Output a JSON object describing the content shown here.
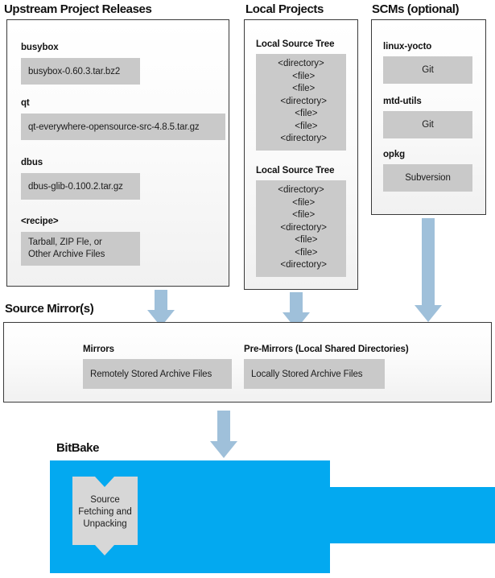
{
  "headings": {
    "upstream": "Upstream Project Releases",
    "local": "Local Projects",
    "scms": "SCMs (optional)",
    "mirror": "Source Mirror(s)",
    "bitbake": "BitBake"
  },
  "upstream": {
    "items": [
      {
        "label": "busybox",
        "value": "busybox-0.60.3.tar.bz2"
      },
      {
        "label": "qt",
        "value": "qt-everywhere-opensource-src-4.8.5.tar.gz"
      },
      {
        "label": "dbus",
        "value": "dbus-glib-0.100.2.tar.gz"
      },
      {
        "label": "<recipe>",
        "value_line1": "Tarball, ZIP Fle, or",
        "value_line2": "Other Archive Files"
      }
    ]
  },
  "local": {
    "trees": [
      {
        "label": "Local Source Tree",
        "lines": [
          "<directory>",
          "  <file>",
          "  <file>",
          "  <directory>",
          "    <file>",
          "    <file>",
          "  <directory>"
        ]
      },
      {
        "label": "Local Source Tree",
        "lines": [
          "<directory>",
          "  <file>",
          "  <file>",
          "  <directory>",
          "    <file>",
          "    <file>",
          "  <directory>"
        ]
      }
    ]
  },
  "scms": {
    "items": [
      {
        "label": "linux-yocto",
        "value": "Git"
      },
      {
        "label": "mtd-utils",
        "value": "Git"
      },
      {
        "label": "opkg",
        "value": "Subversion"
      }
    ]
  },
  "mirror": {
    "mirrors_label": "Mirrors",
    "mirrors_value": "Remotely Stored Archive Files",
    "premirrors_label": "Pre-Mirrors (Local Shared Directories)",
    "premirrors_value": "Locally Stored Archive Files"
  },
  "bitbake": {
    "task_line1": "Source",
    "task_line2": "Fetching and",
    "task_line3": "Unpacking"
  },
  "colors": {
    "bitbake_blue": "#03a9f0",
    "arrow_blue": "#9fc0da",
    "gray_box": "#c9c9c9",
    "panel_border": "#3a3a3a"
  }
}
